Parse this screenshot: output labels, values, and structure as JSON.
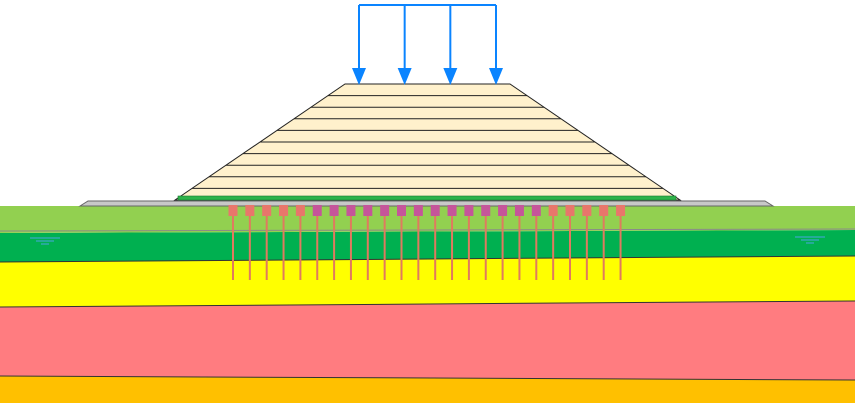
{
  "diagram": {
    "type": "embankment-cross-section",
    "load_arrow_count": 4,
    "embankment_layer_count": 10,
    "reinforcement_column_count": 24,
    "groundwater_markers": 2,
    "colors": {
      "load_arrow": "#0a84ff",
      "embankment_fill": "#fff1cc",
      "embankment_lines": "#222222",
      "platform": "#c8c8c8",
      "geotextile": "#2db34a",
      "topsoil": "#92d050",
      "soil_layer_2": "#00b050",
      "soil_layer_3": "#ffff00",
      "soil_layer_4": "#ff7c80",
      "soil_layer_5": "#ffc000",
      "column_shaft": "#e07a5f",
      "column_cap_a": "#e8766b",
      "column_cap_b": "#c5559a",
      "water_marker": "#4aa3df"
    }
  }
}
